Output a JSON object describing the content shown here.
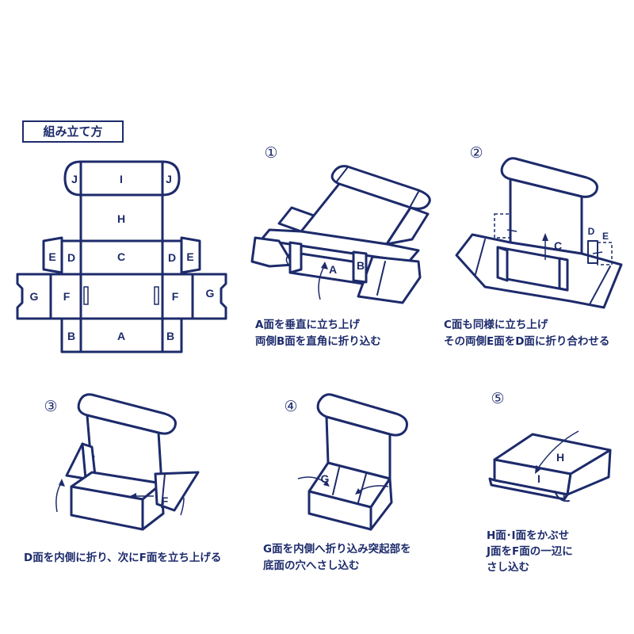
{
  "title": "組み立て方",
  "panels": {
    "A": "A",
    "B": "B",
    "C": "C",
    "D": "D",
    "E": "E",
    "F": "F",
    "G": "G",
    "H": "H",
    "I": "I",
    "J": "J"
  },
  "steps": [
    {
      "number": "①",
      "caption": [
        "A面を垂直に立ち上げ",
        "両側B面を直角に折り込む"
      ]
    },
    {
      "number": "②",
      "caption": [
        "C面も同様に立ち上げ",
        "その両側E面をD面に折り合わせる"
      ]
    },
    {
      "number": "③",
      "caption": [
        "D面を内側に折り、次にF面を立ち上げる"
      ]
    },
    {
      "number": "④",
      "caption": [
        "G面を内側へ折り込み突起部を",
        "底面の穴へさし込む"
      ]
    },
    {
      "number": "⑤",
      "caption": [
        "H面･I面をかぶせ",
        "J面をF面の一辺に",
        "さし込む"
      ]
    }
  ]
}
